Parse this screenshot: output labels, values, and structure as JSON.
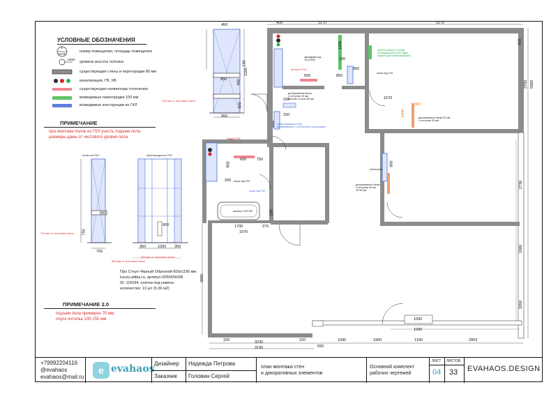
{
  "legend": {
    "title": "УСЛОВНЫЕ ОБОЗНАЧЕНИЯ",
    "items": [
      {
        "symbol": "room-number-icon",
        "label": "номер помещения, площадь помещения"
      },
      {
        "symbol": "ceiling-height-icon",
        "label": "уровень высоты потолка"
      },
      {
        "symbol": "existing-wall-icon",
        "label": "существующие стены и перегородки 80 мм"
      },
      {
        "symbol": "sewer-icon",
        "label": "канализация, ГВ, ХВ"
      },
      {
        "symbol": "radiator-icon",
        "label": "существующие конвекторы отопления"
      },
      {
        "symbol": "new-partition-icon",
        "label": "возводимые перегородки 100 мм"
      },
      {
        "symbol": "gkl-icon",
        "label": "возводимые конструкции из ГКЛ"
      }
    ],
    "symbol_texts": {
      "room_top": "1",
      "room_bottom": "10,00",
      "ceiling": "+2800"
    }
  },
  "notes": {
    "note1_title": "ПРИМЕЧАНИЕ",
    "note1_lines": [
      "при монтаже полок из ГКЛ учесть подъем пола",
      "размеры даны от чистового уровня пола"
    ],
    "note2_title": "ПРИМЕЧАНИЕ 2.0",
    "note2_lines": [
      "подъем пола примерно 70 мм",
      "опуск потолка 100-150 мм"
    ]
  },
  "tile_info": {
    "lines": [
      "Про Стоун Чёрный Обрезной 600х1195 мм",
      "luxury-plitka.ru, артикул DD500500R",
      "ID: 118294, плитка под камень",
      "количество: 13 шт (9,36 м2)"
    ]
  },
  "elevation_labels": {
    "left_small_1": "полки из ГКЛ",
    "left_small_2": "перегородка из ГКЛ",
    "floor_note_1": "700 мм от чистового пола",
    "floor_note_2": "900 мм от чистового пола",
    "floor_note_3": "500 мм от чистового пола"
  },
  "top_elevation": {
    "dims": [
      "450",
      "130",
      "400",
      "850",
      "950",
      "1100",
      "800"
    ],
    "floor_note": "700 мм от чистового пола"
  },
  "mid_elevation": {
    "dims": [
      "600",
      "750",
      "350",
      "1000",
      "350",
      "900",
      "700"
    ]
  },
  "plan": {
    "top_dims": [
      "400",
      "3170",
      "5170"
    ],
    "right_dims": [
      "620",
      "2750",
      "5000",
      "1880",
      "2730",
      "2050"
    ],
    "left_dims": [
      "3880"
    ],
    "bottom_dims": [
      "150",
      "3230",
      "3190",
      "150",
      "590",
      "1090",
      "1900",
      "1100",
      "2863",
      "1000",
      "1000",
      "1700",
      "1070",
      "270",
      "1570"
    ],
    "inner_dims": [
      "500",
      "850",
      "1200",
      "950",
      "800",
      "600",
      "750",
      "200",
      "200",
      "150",
      "150",
      "800",
      "100",
      "1000",
      "300"
    ],
    "annotations": [
      "декоративная балка\nс отступом 40 мм\nмонтаж от пола 80 мм",
      "закладная под\nТВ (1300)",
      "декоративные балки 30 мм\nс отступом 30 мм",
      "декоративные балки\nс отступом 55 мм\n20*30 мм",
      "ванная 1700*750",
      "отступ от ГКЛ",
      "поддон ГКЛ",
      "ниша под ГКЛ",
      "существующая стена\nвыравнивание с учетом всех конструкций",
      "ниша под ГКЛ",
      "светильник",
      "ниша под ГКЛ"
    ],
    "green_note": "ниша в размер с полом\nпоследовательность будет\nзакрыта доп коммуникацией"
  },
  "title_block": {
    "phone": "+79992204116",
    "instagram": "@evahaos",
    "email": "evahaos@mail.ru",
    "logo": "evahaos",
    "designer_label": "Дизайнер",
    "designer_name": "Надежда Петрова",
    "client_label": "Заказчик",
    "client_name": "Головин Сергей",
    "drawing_title": "план монтажа стен\nи декоративных элементов",
    "set_title": "Основной комплект\nрабочих чертежей",
    "sheet_label": "ЛИСТ",
    "sheets_label": "ЛИСТОВ",
    "sheet_no": "04",
    "sheets_total": "33",
    "studio": "EVAHAOS.DESIGN"
  },
  "colors": {
    "gkl_blue": "#4a6fd6",
    "partition_green": "#2fb04a",
    "radiator_red": "#e8505b",
    "wall_grey": "#8c8c8c",
    "accent_orange": "#f07a2a",
    "title_red": "#d8232a"
  }
}
